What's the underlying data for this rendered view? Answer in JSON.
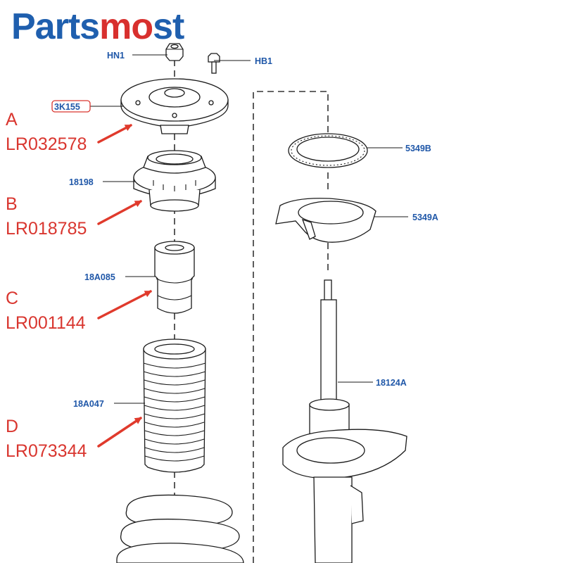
{
  "brand": {
    "prefix": "Parts",
    "accent": "mo",
    "suffix": "st",
    "color_blue": "#1f5fae",
    "color_red": "#d8302e"
  },
  "callouts": {
    "hn1": "HN1",
    "hb1": "HB1",
    "top_mount": "3K155",
    "bearing": "18198",
    "bump_stop": "18A085",
    "dust_boot": "18A047",
    "seat_upper": "5349B",
    "seat_lower": "5349A",
    "strut": "18124A"
  },
  "parts": [
    {
      "letter": "A",
      "number": "LR032578"
    },
    {
      "letter": "B",
      "number": "LR018785"
    },
    {
      "letter": "C",
      "number": "LR001144"
    },
    {
      "letter": "D",
      "number": "LR073344"
    }
  ]
}
